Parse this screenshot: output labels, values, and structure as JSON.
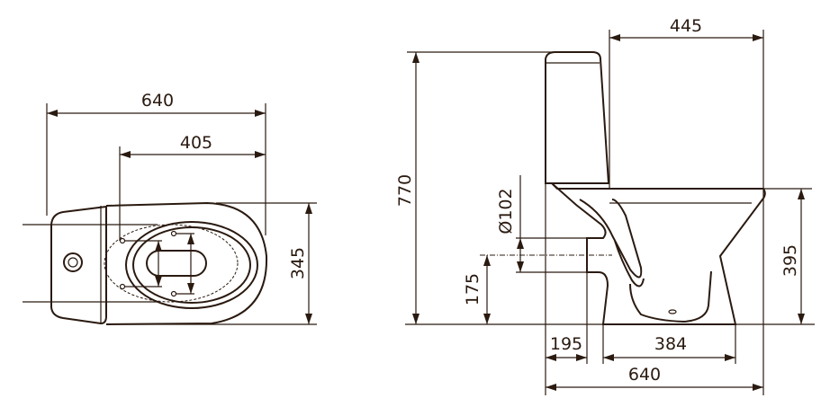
{
  "top_view": {
    "dim_overall_length": "640",
    "dim_outlet_to_back": "405",
    "dim_width": "345"
  },
  "side_view": {
    "dim_total_height": "770",
    "dim_tank_offset": "445",
    "dim_seat_height": "395",
    "dim_outlet_diameter": "Ø102",
    "dim_outlet_height": "175",
    "dim_wall_to_outlet": "195",
    "dim_foot_length": "384",
    "dim_overall_length": "640"
  },
  "colors": {
    "line": "#2a1a10",
    "background": "#ffffff"
  }
}
